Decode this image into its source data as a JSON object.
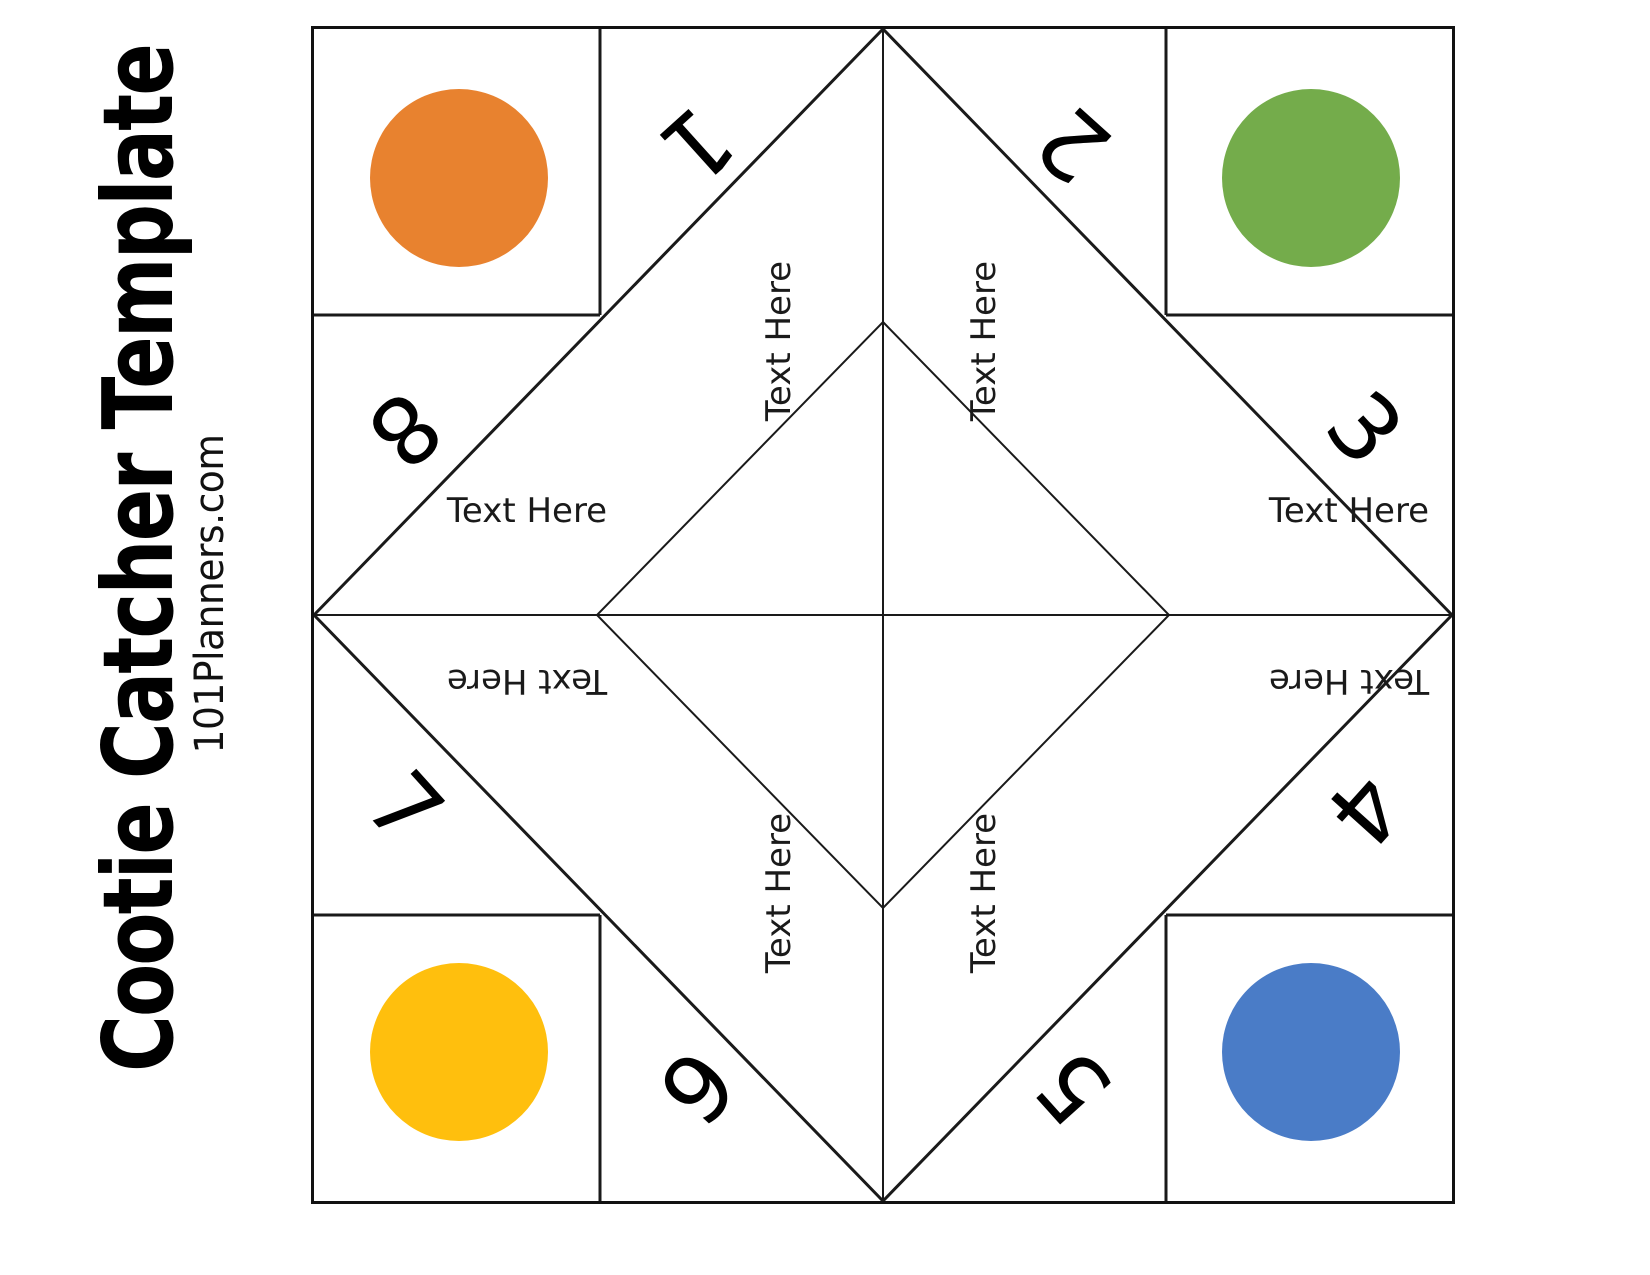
{
  "page": {
    "title": "Cootie Catcher Template",
    "credit": "101Planners.com",
    "background_color": "#ffffff",
    "line_color": "#1a1a1a"
  },
  "corners": [
    {
      "position": "top-left",
      "dot_name": "orange-circle",
      "color": "#E8822F"
    },
    {
      "position": "top-right",
      "dot_name": "green-circle",
      "color": "#74AC4B"
    },
    {
      "position": "bottom-left",
      "dot_name": "yellow-circle",
      "color": "#FFBF0D"
    },
    {
      "position": "bottom-right",
      "dot_name": "blue-circle",
      "color": "#4A7CC7"
    }
  ],
  "numbers": [
    {
      "id": "num-1",
      "label": "1"
    },
    {
      "id": "num-2",
      "label": "2"
    },
    {
      "id": "num-3",
      "label": "3"
    },
    {
      "id": "num-4",
      "label": "4"
    },
    {
      "id": "num-5",
      "label": "5"
    },
    {
      "id": "num-6",
      "label": "6"
    },
    {
      "id": "num-7",
      "label": "7"
    },
    {
      "id": "num-8",
      "label": "8"
    }
  ],
  "slots": [
    {
      "id": "slot-1",
      "label": "Text Here"
    },
    {
      "id": "slot-2",
      "label": "Text Here"
    },
    {
      "id": "slot-3",
      "label": "Text Here"
    },
    {
      "id": "slot-4",
      "label": "Text Here"
    },
    {
      "id": "slot-5",
      "label": "Text Here"
    },
    {
      "id": "slot-6",
      "label": "Text Here"
    },
    {
      "id": "slot-7",
      "label": "Text Here"
    },
    {
      "id": "slot-8",
      "label": "Text Here"
    }
  ]
}
